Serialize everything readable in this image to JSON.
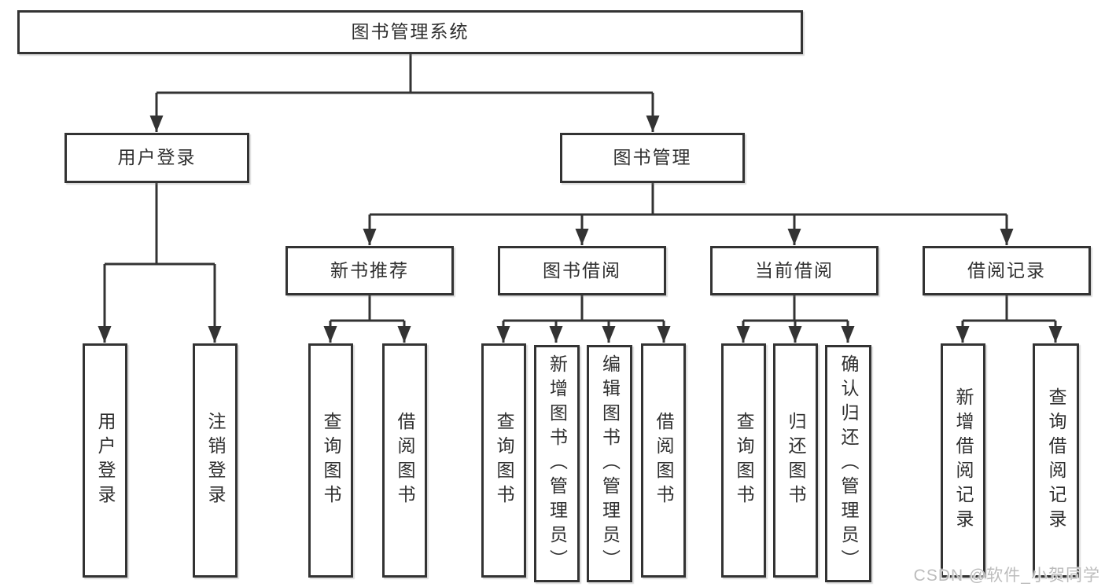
{
  "page": {
    "background": "#ffffff"
  },
  "colors": {
    "line": "#333333",
    "box_border": "#333333",
    "text": "#2f2f2f",
    "watermark": "#bcbcbc"
  },
  "watermark": {
    "text": "CSDN @软件_小贺同学"
  },
  "tree": {
    "root": {
      "label": "图书管理系统",
      "children": [
        {
          "label": "用户登录",
          "children": [
            {
              "label": "用户登录"
            },
            {
              "label": "注销登录"
            }
          ]
        },
        {
          "label": "图书管理",
          "children": [
            {
              "label": "新书推荐",
              "children": [
                {
                  "label": "查询图书"
                },
                {
                  "label": "借阅图书"
                }
              ]
            },
            {
              "label": "图书借阅",
              "children": [
                {
                  "label": "查询图书"
                },
                {
                  "label": "新增图书（管理员）"
                },
                {
                  "label": "编辑图书（管理员）"
                },
                {
                  "label": "借阅图书"
                }
              ]
            },
            {
              "label": "当前借阅",
              "children": [
                {
                  "label": "查询图书"
                },
                {
                  "label": "归还图书"
                },
                {
                  "label": "确认归还（管理员）"
                }
              ]
            },
            {
              "label": "借阅记录",
              "children": [
                {
                  "label": "新增借阅记录"
                },
                {
                  "label": "查询借阅记录"
                }
              ]
            }
          ]
        }
      ]
    }
  }
}
